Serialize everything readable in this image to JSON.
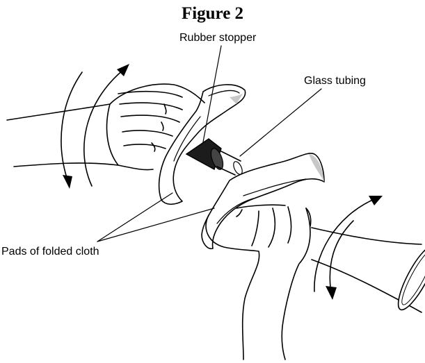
{
  "title": "Figure 2",
  "labels": {
    "rubber_stopper": "Rubber stopper",
    "glass_tubing": "Glass tubing",
    "pads": "Pads of folded cloth"
  }
}
